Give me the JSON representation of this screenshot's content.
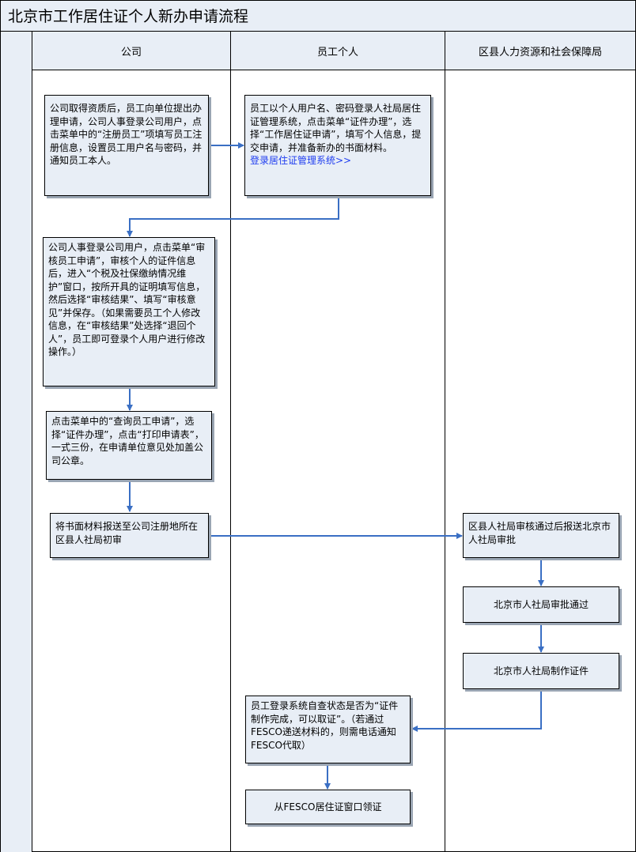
{
  "title": "北京市工作居住证个人新办申请流程",
  "lanes": [
    {
      "label": "公司"
    },
    {
      "label": "员工个人"
    },
    {
      "label": "区县人力资源和社会保障局"
    }
  ],
  "steps": {
    "s1": "公司取得资质后，员工向单位提出办理申请，公司人事登录公司用户，点击菜单中的“注册员工”项填写员工注册信息，设置员工用户名与密码，并通知员工本人。",
    "s2": "员工以个人用户名、密码登录人社局居住证管理系统，点击菜单“证件办理”，选择“工作居住证申请”，填写个人信息，提交申请，并准备新办的书面材料。",
    "s2_link": "登录居住证管理系统>>",
    "s3": "公司人事登录公司用户，点击菜单“审核员工申请”，审核个人的证件信息后，进入“个税及社保缴纳情况维护”窗口，按所开具的证明填写信息，然后选择“审核结果”、填写“审核意见”并保存。（如果需要员工个人修改信息，在“审核结果”处选择“退回个人”，员工即可登录个人用户进行修改操作。）",
    "s4": "点击菜单中的“查询员工申请”，选择“证件办理”，点击“打印申请表”，一式三份，在申请单位意见处加盖公司公章。",
    "s5": "将书面材料报送至公司注册地所在区县人社局初审",
    "s6": "区县人社局审核通过后报送北京市人社局审批",
    "s7": "北京市人社局审批通过",
    "s8": "北京市人社局制作证件",
    "s9": "员工登录系统自查状态是否为“证件制作完成，可以取证”。（若通过FESCO递送材料的，则需电话通知FESCO代取）",
    "s10": "从FESCO居住证窗口领证"
  }
}
